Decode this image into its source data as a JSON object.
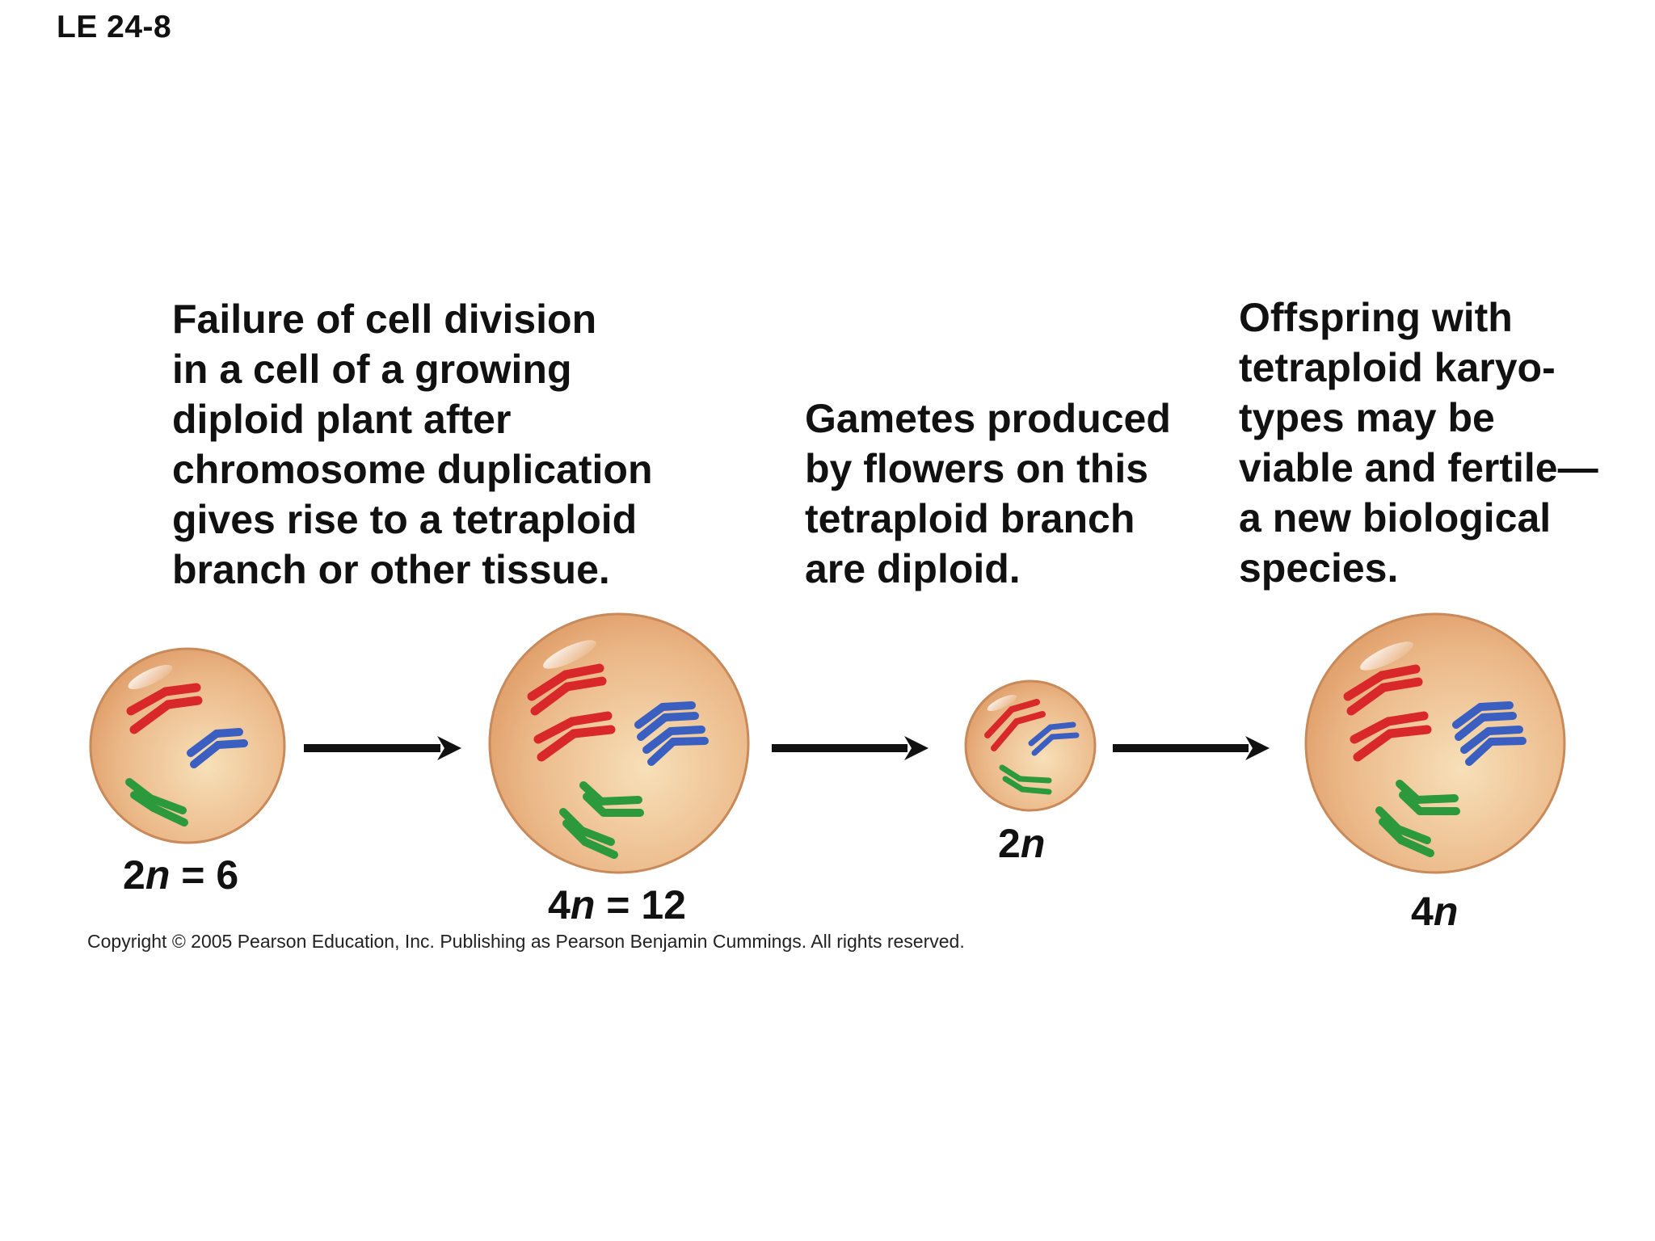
{
  "figure_label": "LE 24-8",
  "captions": {
    "failure": "Failure of cell division\nin a cell of a growing\ndiploid plant after\nchromosome duplication\ngives rise to a tetraploid\nbranch or other tissue.",
    "gametes": "Gametes produced\nby flowers on this\ntetraploid branch\nare diploid.",
    "offspring": "Offspring with\ntetraploid karyo-\ntypes may be\nviable and fertile—\na new biological\nspecies."
  },
  "ploidy": {
    "cell1": {
      "num": "2",
      "sym": "n",
      "rest": " = 6"
    },
    "cell2": {
      "num": "4",
      "sym": "n",
      "rest": " = 12"
    },
    "cell3": {
      "num": "2",
      "sym": "n",
      "rest": ""
    },
    "cell4": {
      "num": "4",
      "sym": "n",
      "rest": ""
    }
  },
  "copyright": "Copyright © 2005 Pearson Education, Inc. Publishing as Pearson Benjamin Cummings. All rights reserved.",
  "colors": {
    "cell_fill_inner": "#f7e0b8",
    "cell_fill_outer": "#e4a572",
    "cell_edge": "#c98a5b",
    "chrom_red": "#d8282a",
    "chrom_blue": "#3a5fc0",
    "chrom_green": "#2c9a3c",
    "arrow": "#111111"
  }
}
